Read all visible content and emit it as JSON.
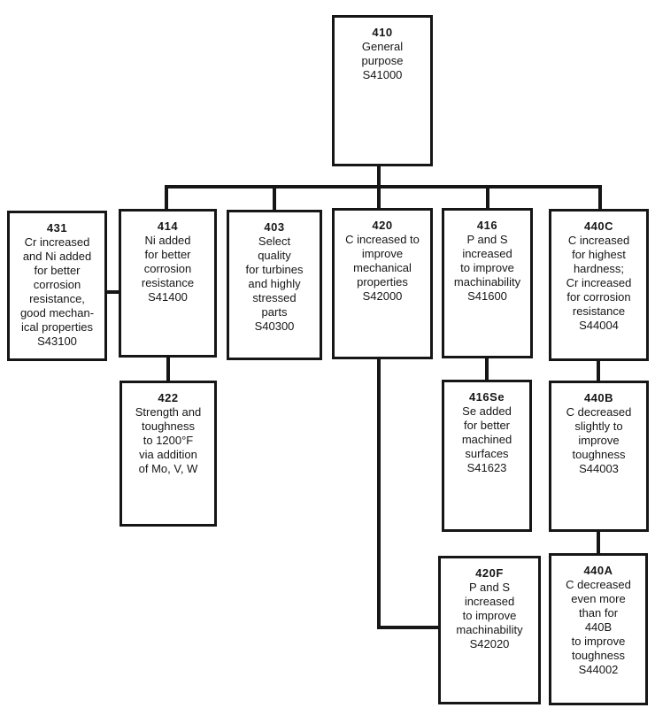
{
  "diagram": {
    "description": "Family tree of 410-type martensitic stainless steel grades",
    "colors": {
      "line": "#161616",
      "background": "#ffffff"
    },
    "nodes": [
      {
        "code": "410",
        "lines": [
          "General",
          "purpose",
          "S41000"
        ]
      },
      {
        "code": "431",
        "lines": [
          "Cr increased",
          "and Ni added",
          "for better",
          "corrosion",
          "resistance,",
          "good mechan-",
          "ical properties",
          "S43100"
        ]
      },
      {
        "code": "414",
        "lines": [
          "Ni added",
          "for better",
          "corrosion",
          "resistance",
          "S41400"
        ]
      },
      {
        "code": "403",
        "lines": [
          "Select",
          "quality",
          "for turbines",
          "and highly",
          "stressed",
          "parts",
          "S40300"
        ]
      },
      {
        "code": "420",
        "lines": [
          "C increased to",
          "improve",
          "mechanical",
          "properties",
          "S42000"
        ]
      },
      {
        "code": "416",
        "lines": [
          "P and S",
          "increased",
          "to improve",
          "machinability",
          "S41600"
        ]
      },
      {
        "code": "440C",
        "lines": [
          "C increased",
          "for highest",
          "hardness;",
          "Cr increased",
          "for corrosion",
          "resistance",
          "S44004"
        ]
      },
      {
        "code": "422",
        "lines": [
          "Strength and",
          "toughness",
          "to 1200°F",
          "via addition",
          "of Mo, V, W"
        ]
      },
      {
        "code": "416Se",
        "lines": [
          "Se added",
          "for better",
          "machined",
          "surfaces",
          "S41623"
        ]
      },
      {
        "code": "440B",
        "lines": [
          "C decreased",
          "slightly to",
          "improve",
          "toughness",
          "S44003"
        ]
      },
      {
        "code": "420F",
        "lines": [
          "P and S",
          "increased",
          "to improve",
          "machinability",
          "S42020"
        ]
      },
      {
        "code": "440A",
        "lines": [
          "C decreased",
          "even more",
          "than for",
          "440B",
          "to improve",
          "toughness",
          "S44002"
        ]
      }
    ],
    "edges": [
      {
        "from": "410",
        "to": "414"
      },
      {
        "from": "410",
        "to": "403"
      },
      {
        "from": "410",
        "to": "420"
      },
      {
        "from": "410",
        "to": "416"
      },
      {
        "from": "410",
        "to": "440C"
      },
      {
        "from": "414",
        "to": "431"
      },
      {
        "from": "414",
        "to": "422"
      },
      {
        "from": "420",
        "to": "420F"
      },
      {
        "from": "416",
        "to": "416Se"
      },
      {
        "from": "440C",
        "to": "440B"
      },
      {
        "from": "440B",
        "to": "440A"
      }
    ]
  }
}
